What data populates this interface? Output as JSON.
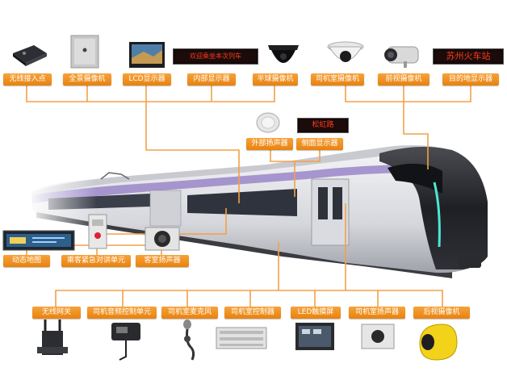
{
  "labels": {
    "wireless_access_point": "无线接入点",
    "panoramic_camera": "全景摄像机",
    "lcd_display": "LCD显示器",
    "interior_display": "内部显示器",
    "dome_camera": "半球摄像机",
    "cab_camera": "司机室摄像机",
    "front_view_camera": "前视摄像机",
    "destination_display": "目的地显示器",
    "exterior_speaker": "外部扬声器",
    "side_display": "侧面显示器",
    "dynamic_map": "动态地图",
    "emergency_intercom": "乘客紧急对讲单元",
    "passenger_speaker": "客室扬声器",
    "wireless_gateway": "无线网关",
    "cab_audio_control": "司机音频控制单元",
    "cab_microphone": "司机室麦克风",
    "cab_controller": "司机室控制器",
    "led_touchscreen": "LED触摸屏",
    "cab_speaker": "司机室扬声器",
    "rear_view_camera": "后视摄像机"
  },
  "led_text": {
    "interior_display": "欢迎乘坐本次列车",
    "destination_display": "苏州火车站",
    "side_display": "松虹路"
  },
  "colors": {
    "label_bg": "#f0901f",
    "connector": "#f3a047",
    "train_body": "#e8e8ec",
    "train_stripe": "#9a86c8",
    "train_window": "#3a3f4a",
    "led_text": "#ff3a1a"
  }
}
